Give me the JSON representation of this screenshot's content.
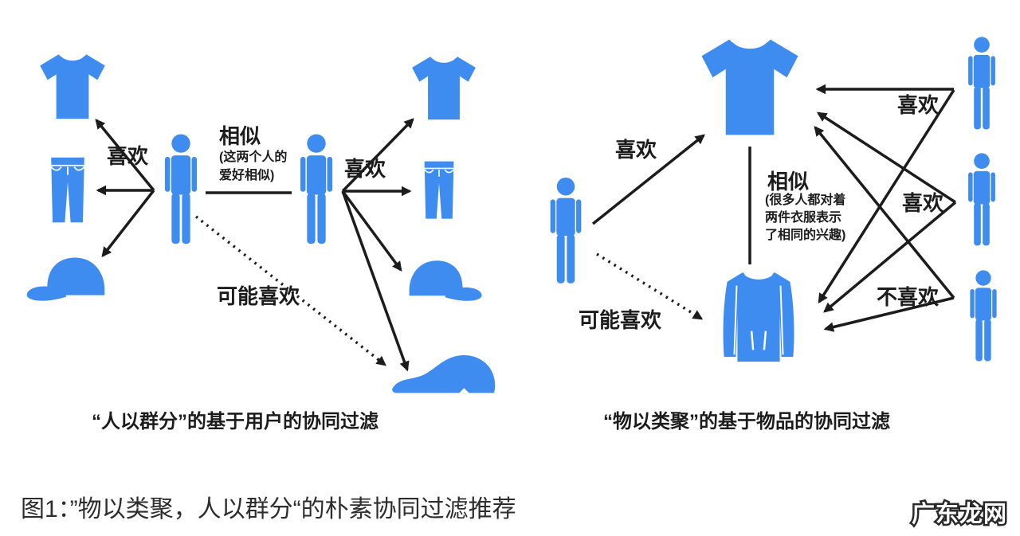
{
  "colors": {
    "icon_blue": "#3e8cf0",
    "line_dark": "#1c1c1c",
    "background": "#ffffff",
    "watermark_fill": "#ffffff",
    "watermark_outline": "#2a2a2a"
  },
  "left_panel": {
    "person1_likes_label": "喜欢",
    "person2_likes_label": "喜欢",
    "similar_label": "相似",
    "similar_note": [
      "(这两个人的",
      "爱好相似)"
    ],
    "maybe_like_label": "可能喜欢",
    "caption": "“人以群分”的基于用户的协同过滤"
  },
  "right_panel": {
    "user_likes_label": "喜欢",
    "similar_label": "相似",
    "similar_note": [
      "(很多人都对着",
      "两件衣服表示",
      "了相同的兴趣)"
    ],
    "maybe_like_label": "可能喜欢",
    "user_a_likes_label": "喜欢",
    "user_b_likes_label": "喜欢",
    "user_c_dislikes_label": "不喜欢",
    "caption": "“物以类聚”的基于物品的协同过滤"
  },
  "figure_caption": "图1：”物以类聚，人以群分“的朴素协同过滤推荐",
  "watermark": "广东龙网"
}
